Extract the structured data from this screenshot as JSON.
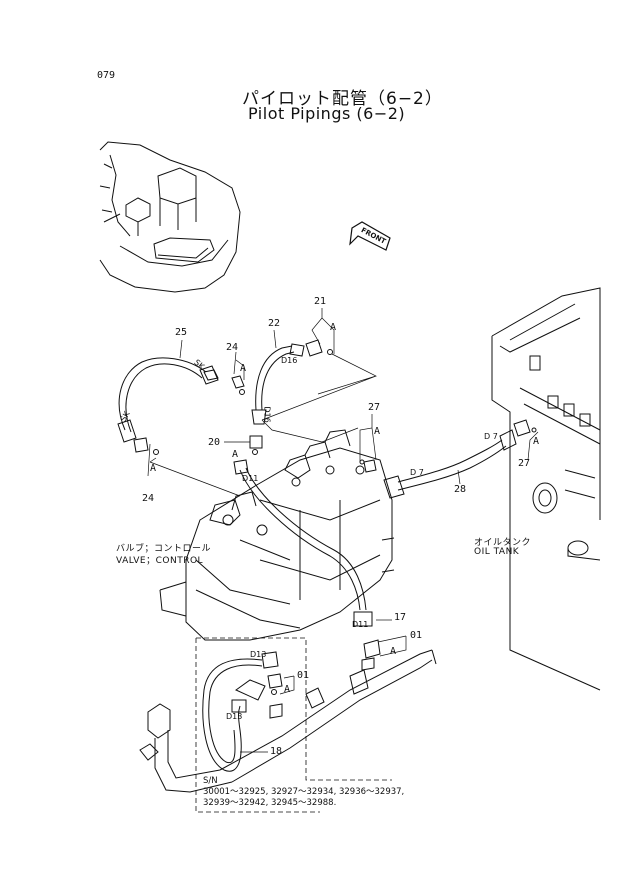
{
  "header": {
    "page_number": "079",
    "title_jp": "パイロット配管（6−2）",
    "title_en": "Pilot Pipings (6−2)"
  },
  "front_marker": "FRONT",
  "callouts": {
    "n25": "25",
    "n22": "22",
    "n21": "21",
    "n24a": "24",
    "n24b": "24",
    "n20": "20",
    "n27a": "27",
    "n27b": "27",
    "n28": "28",
    "n17": "17",
    "n01a": "01",
    "n01b": "01",
    "n18": "18"
  },
  "view_refs": {
    "a1": "A",
    "a2": "A",
    "a3": "A",
    "a4": "A",
    "a5": "A",
    "a6": "A",
    "a7": "A",
    "a8": "A"
  },
  "hose_marks": {
    "sk1": "SK",
    "sk2": "SK",
    "d16a": "D16",
    "d16b": "D16",
    "d11a": "D11",
    "d11b": "D11",
    "d13a": "D13",
    "d13b": "D13",
    "d7a": "D 7",
    "d7b": "D 7"
  },
  "labels": {
    "valve_jp": "バルブ；コントロール",
    "valve_en": "VALVE；CONTROL",
    "tank_jp": "オイルタンク",
    "tank_en": "OIL TANK"
  },
  "serial_note": {
    "line1": "S/N",
    "line2": "30001～32925, 32927～32934, 32936～32937,",
    "line3": "32939～32942, 32945～32988."
  }
}
